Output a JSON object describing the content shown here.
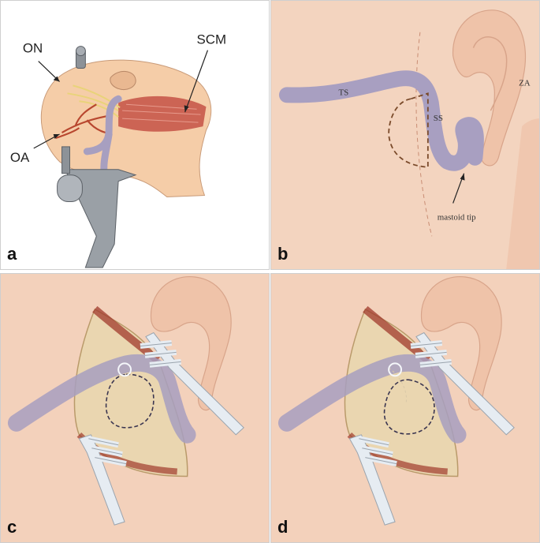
{
  "panels": [
    {
      "letter": "a",
      "labels": {
        "on": "ON",
        "scm": "SCM",
        "oa": "OA"
      }
    },
    {
      "letter": "b",
      "labels": {
        "ts": "TS",
        "ss": "SS",
        "za": "ZA",
        "mastoid": "mastoid tip"
      }
    },
    {
      "letter": "c"
    },
    {
      "letter": "d"
    }
  ],
  "colors": {
    "skin": "#f3d1bb",
    "sinus": "#a79fc0",
    "artery": "#b8472f",
    "nerve": "#e9d37a",
    "muscle": "#c8594a",
    "retractor": "#e6ecf2",
    "craniotomy_outline": "#7a4a2a"
  }
}
